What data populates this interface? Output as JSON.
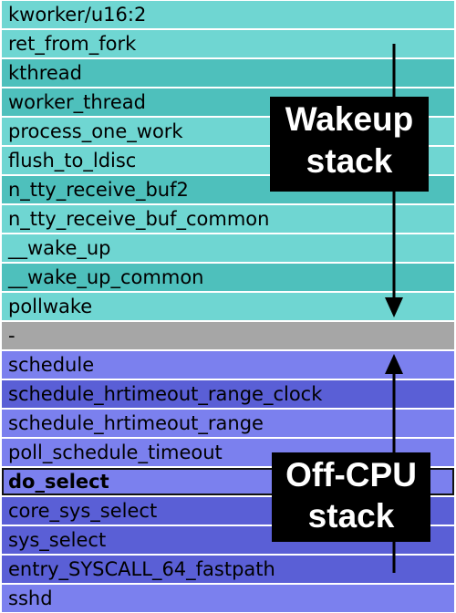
{
  "frames": [
    {
      "name": "kworker/u16:2",
      "color": "#6fd6d2"
    },
    {
      "name": "ret_from_fork",
      "color": "#6fd6d2"
    },
    {
      "name": "kthread",
      "color": "#4ec0bc"
    },
    {
      "name": "worker_thread",
      "color": "#4ec0bc"
    },
    {
      "name": "process_one_work",
      "color": "#6fd6d2"
    },
    {
      "name": "flush_to_ldisc",
      "color": "#6fd6d2"
    },
    {
      "name": "n_tty_receive_buf2",
      "color": "#4ec0bc"
    },
    {
      "name": "n_tty_receive_buf_common",
      "color": "#6fd6d2"
    },
    {
      "name": "__wake_up",
      "color": "#6fd6d2"
    },
    {
      "name": "__wake_up_common",
      "color": "#4ec0bc"
    },
    {
      "name": "pollwake",
      "color": "#6fd6d2"
    },
    {
      "name": "-",
      "color": "#a6a6a6"
    },
    {
      "name": "schedule",
      "color": "#7b80ee"
    },
    {
      "name": "schedule_hrtimeout_range_clock",
      "color": "#5a5fd6"
    },
    {
      "name": "schedule_hrtimeout_range",
      "color": "#7b80ee"
    },
    {
      "name": "poll_schedule_timeout",
      "color": "#7b80ee"
    },
    {
      "name": "do_select",
      "color": "#7b80ee",
      "selected": true
    },
    {
      "name": "core_sys_select",
      "color": "#5a5fd6"
    },
    {
      "name": "sys_select",
      "color": "#5a5fd6"
    },
    {
      "name": "entry_SYSCALL_64_fastpath",
      "color": "#5a5fd6"
    },
    {
      "name": "sshd",
      "color": "#7b80ee"
    }
  ],
  "labels": {
    "wakeup": [
      "Wakeup",
      "stack"
    ],
    "offcpu": [
      "Off-CPU",
      "stack"
    ]
  },
  "arrow_color": "#000000"
}
